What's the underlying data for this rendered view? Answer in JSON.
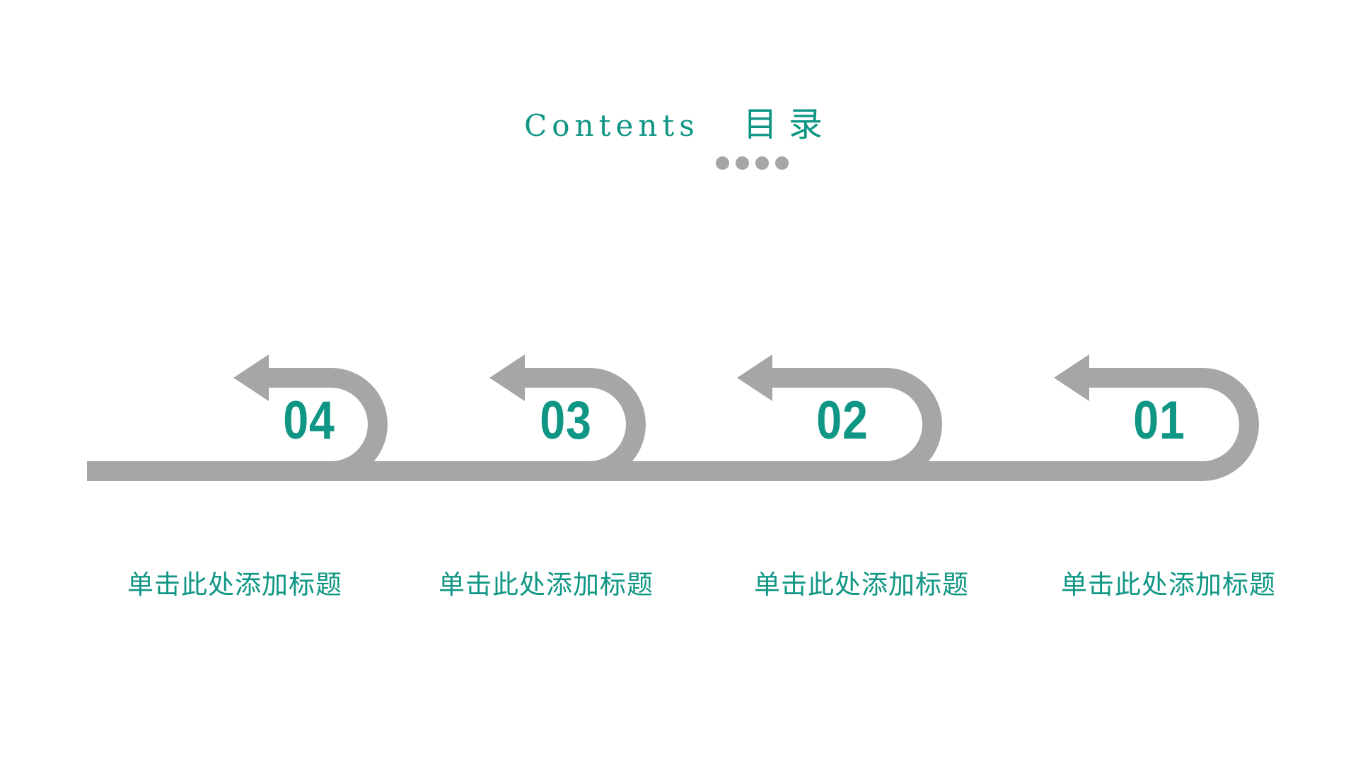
{
  "header": {
    "title_en": "Contents",
    "title_zh": "目录"
  },
  "colors": {
    "accent": "#0F9684",
    "gray": "#A6A6A6"
  },
  "decoration": {
    "dot_count": 4
  },
  "items": [
    {
      "number": "04",
      "caption": "单击此处添加标题"
    },
    {
      "number": "03",
      "caption": "单击此处添加标题"
    },
    {
      "number": "02",
      "caption": "单击此处添加标题"
    },
    {
      "number": "01",
      "caption": "单击此处添加标题"
    }
  ]
}
